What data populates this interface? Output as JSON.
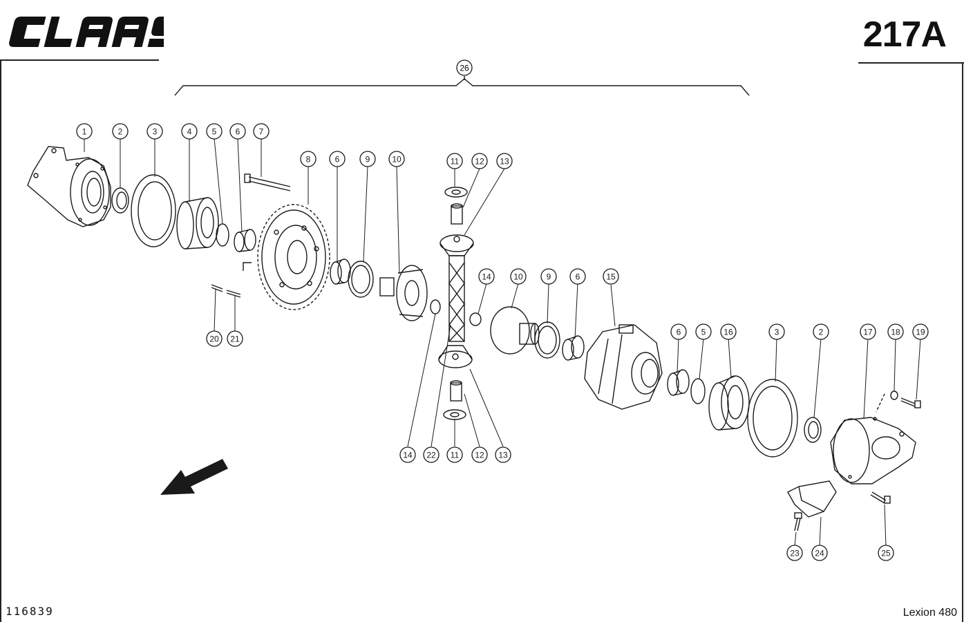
{
  "header": {
    "brand": "CLAAS",
    "page_code": "217A"
  },
  "footer": {
    "drawing_number": "116839",
    "model": "Lexion 480"
  },
  "assembly_callout": "26",
  "callouts": [
    "1",
    "2",
    "3",
    "4",
    "5",
    "6",
    "7",
    "8",
    "6",
    "9",
    "10",
    "11",
    "12",
    "13",
    "14",
    "10",
    "9",
    "6",
    "15",
    "6",
    "5",
    "16",
    "3",
    "2",
    "17",
    "18",
    "19",
    "20",
    "21",
    "14",
    "22",
    "11",
    "12",
    "13",
    "23",
    "24",
    "25"
  ],
  "colors": {
    "ink": "#1a1a1a",
    "paper": "#ffffff"
  }
}
